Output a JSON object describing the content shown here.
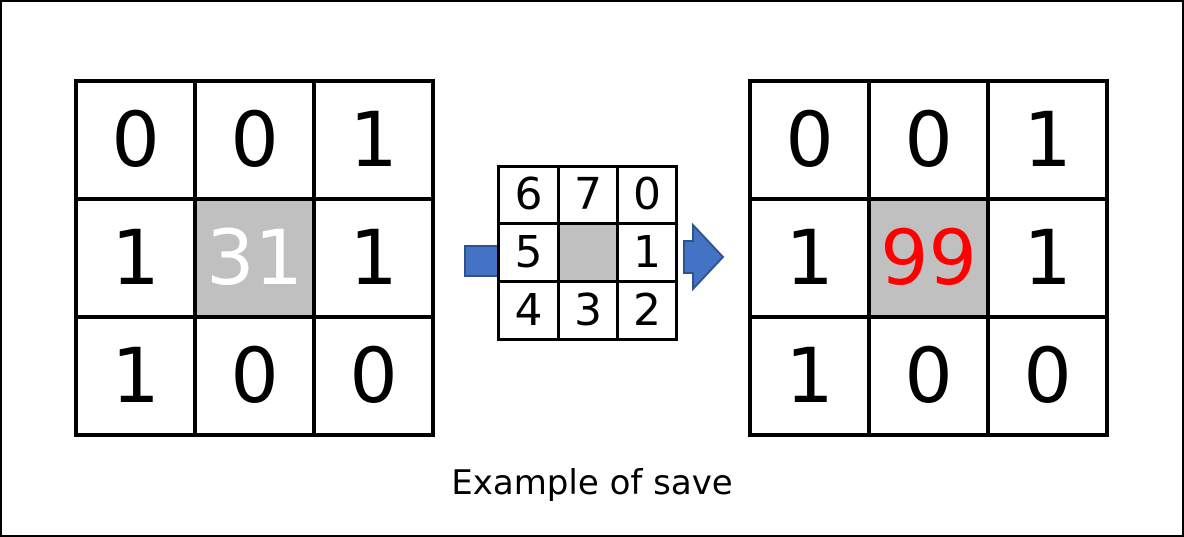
{
  "diagram": {
    "caption": "Example of save",
    "input_grid": {
      "rows": [
        [
          "0",
          "0",
          "1"
        ],
        [
          "1",
          "31",
          "1"
        ],
        [
          "1",
          "0",
          "0"
        ]
      ],
      "center_text_color": "#ffffff"
    },
    "direction_grid": {
      "rows": [
        [
          "6",
          "7",
          "0"
        ],
        [
          "5",
          "",
          "1"
        ],
        [
          "4",
          "3",
          "2"
        ]
      ]
    },
    "output_grid": {
      "rows": [
        [
          "0",
          "0",
          "1"
        ],
        [
          "1",
          "99",
          "1"
        ],
        [
          "1",
          "0",
          "0"
        ]
      ],
      "center_text_color": "#ff0000"
    },
    "colors": {
      "center_fill": "#c0c0c0",
      "arrow_fill": "#4472c4",
      "arrow_stroke": "#2f528f"
    }
  }
}
